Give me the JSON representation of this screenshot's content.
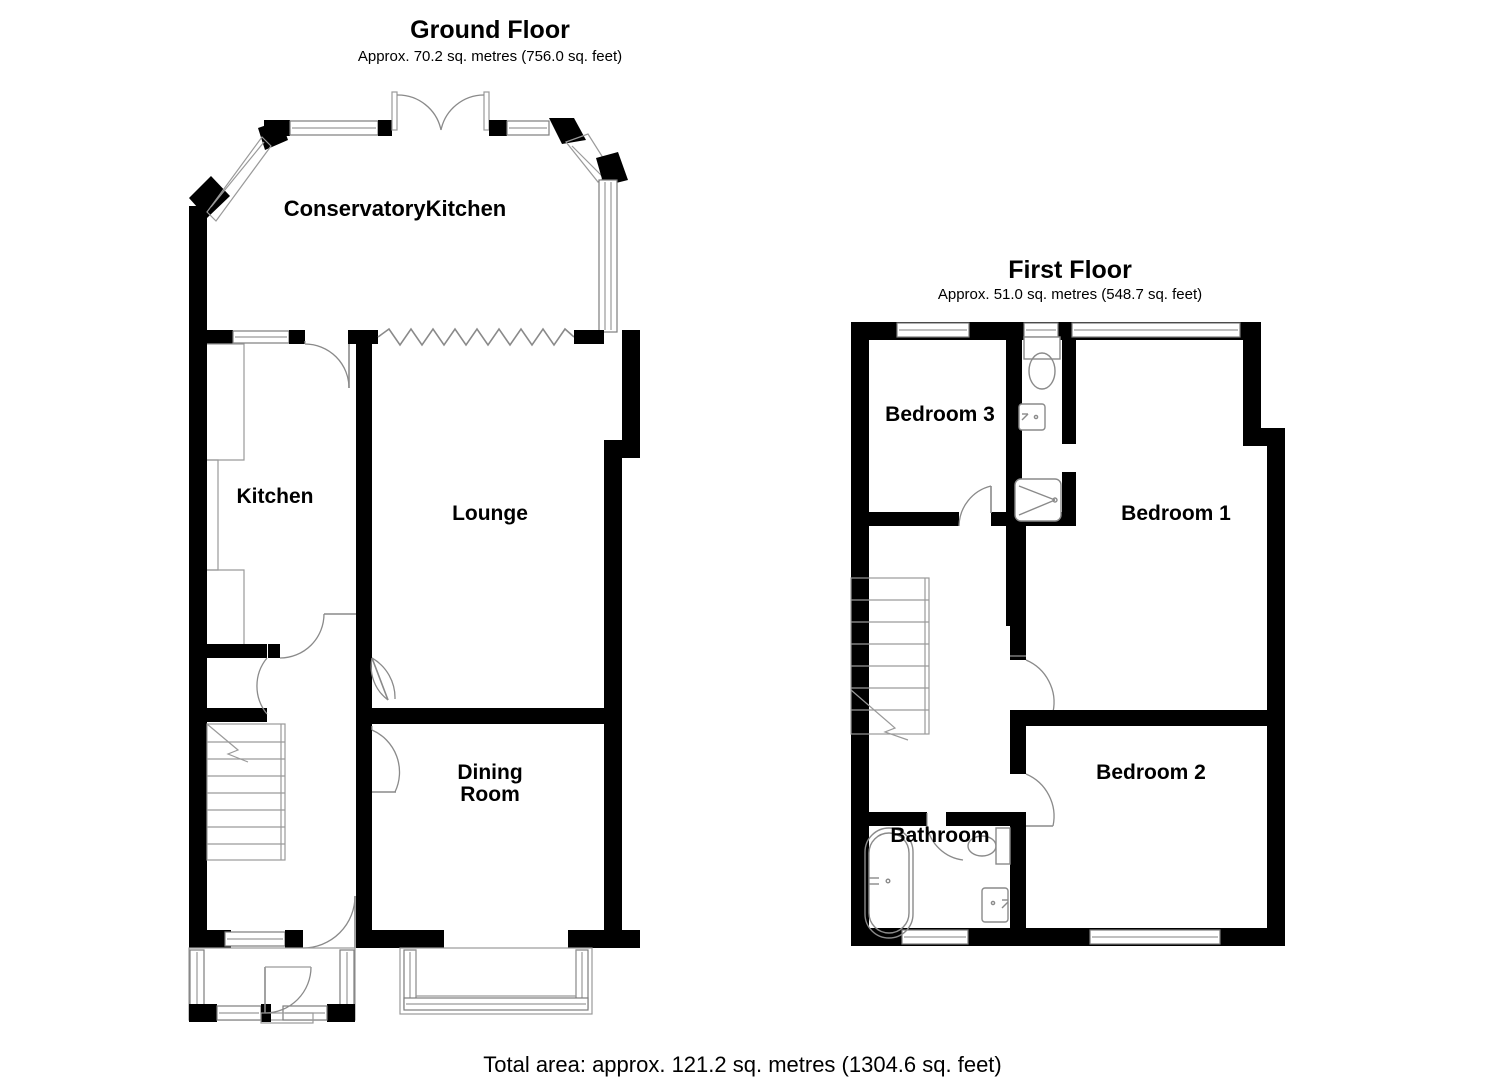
{
  "document": {
    "type": "floor-plan",
    "total_area_text": "Total area: approx. 121.2 sq. metres (1304.6 sq. feet)"
  },
  "floors": [
    {
      "id": "ground",
      "title": "Ground Floor",
      "subtitle": "Approx. 70.2 sq. metres (756.0 sq. feet)",
      "rooms": [
        {
          "name": "conservatory-kitchen",
          "label": "ConservatoryKitchen"
        },
        {
          "name": "kitchen",
          "label": "Kitchen"
        },
        {
          "name": "lounge",
          "label": "Lounge"
        },
        {
          "name": "dining-room",
          "label": "Dining\nRoom"
        }
      ],
      "fixtures": [
        {
          "name": "kitchen-sink-counter",
          "label": "sink-icon"
        },
        {
          "name": "staircase",
          "label": "stairs-icon"
        },
        {
          "name": "front-door",
          "label": "door-icon"
        },
        {
          "name": "bay-window",
          "label": "window-icon"
        },
        {
          "name": "folding-doors",
          "label": "folding-door-icon"
        },
        {
          "name": "french-doors",
          "label": "french-door-icon"
        }
      ]
    },
    {
      "id": "first",
      "title": "First Floor",
      "subtitle": "Approx. 51.0 sq. metres (548.7 sq. feet)",
      "rooms": [
        {
          "name": "bedroom-3",
          "label": "Bedroom 3"
        },
        {
          "name": "bedroom-1",
          "label": "Bedroom 1"
        },
        {
          "name": "bedroom-2",
          "label": "Bedroom 2"
        },
        {
          "name": "bathroom",
          "label": "Bathroom"
        }
      ],
      "fixtures": [
        {
          "name": "toilet",
          "label": "toilet-icon"
        },
        {
          "name": "wash-basin",
          "label": "basin-icon"
        },
        {
          "name": "shower-tray",
          "label": "shower-icon"
        },
        {
          "name": "bathtub",
          "label": "bath-icon"
        },
        {
          "name": "staircase",
          "label": "stairs-icon"
        }
      ]
    }
  ],
  "colors": {
    "wall": "#000000",
    "background": "#ffffff",
    "thin_line": "#8a8a8a",
    "text": "#000000"
  }
}
